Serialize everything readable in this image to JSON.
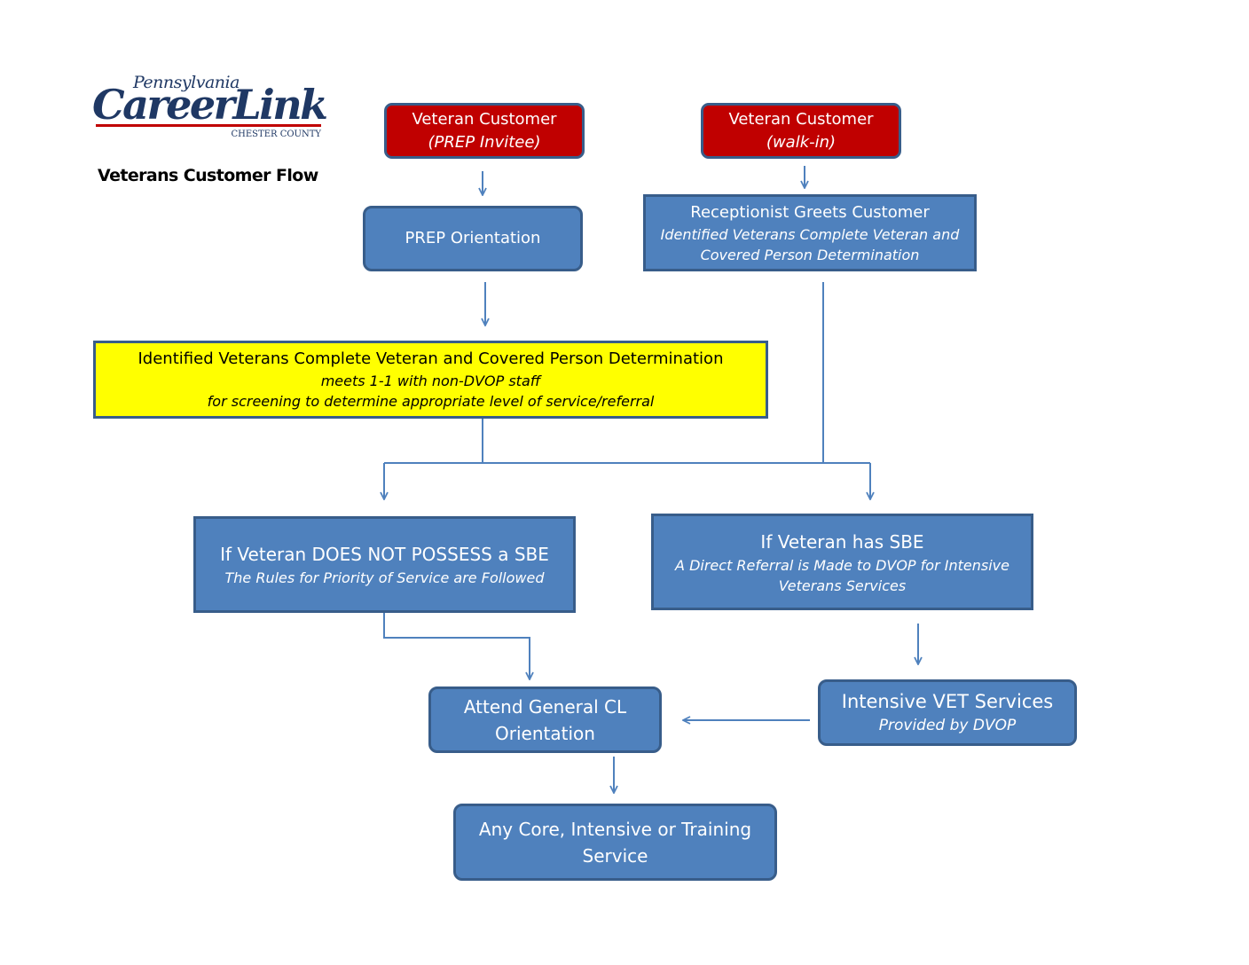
{
  "logo": {
    "state": "Pennsylvania",
    "brand": "CareerLink",
    "county": "CHESTER COUNTY",
    "accent_color": "#c00000",
    "brand_color": "#1f3864"
  },
  "page_title": "Veterans Customer Flow",
  "colors": {
    "box_fill": "#4f81bd",
    "box_border": "#385d8a",
    "red_fill": "#c00000",
    "yellow_fill": "#ffff00"
  },
  "nodes": {
    "prep_invitee": {
      "title": "Veteran Customer",
      "subtitle": "(PREP Invitee)"
    },
    "walk_in": {
      "title": "Veteran Customer",
      "subtitle": "(walk-in)"
    },
    "prep_orientation": {
      "title": "PREP Orientation"
    },
    "receptionist": {
      "title": "Receptionist Greets Customer",
      "subtitle_line1": "Identified Veterans  Complete Veteran and",
      "subtitle_line2": "Covered Person Determination"
    },
    "determination": {
      "title": "Identified Veterans Complete Veteran and Covered Person Determination",
      "line2": "meets 1-1 with non-DVOP staff",
      "line3": "for screening to determine appropriate level of service/referral"
    },
    "no_sbe": {
      "title": "If Veteran  DOES NOT POSSESS a SBE",
      "subtitle": "The Rules for Priority of Service are Followed"
    },
    "has_sbe": {
      "title": "If Veteran has SBE",
      "subtitle_line1": "A Direct Referral is Made to DVOP for Intensive",
      "subtitle_line2": "Veterans Services"
    },
    "general_orientation": {
      "line1": "Attend General CL",
      "line2": "Orientation"
    },
    "intensive_vet": {
      "title": "Intensive VET Services",
      "subtitle": "Provided by DVOP"
    },
    "any_service": {
      "line1": "Any Core, Intensive or Training",
      "line2": "Service"
    }
  }
}
